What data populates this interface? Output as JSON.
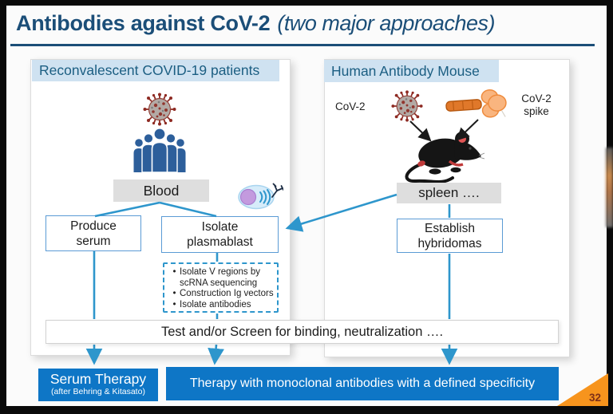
{
  "title": {
    "main": "Antibodies against CoV-2",
    "sub": "(two major approaches)"
  },
  "page_number": "32",
  "left_panel": {
    "header": "Reconvalescent COVID-19 patients",
    "blood_label": "Blood",
    "produce_serum_label": "Produce serum",
    "isolate_plasmablast_label": "Isolate plasmablast",
    "bullet_char": "•",
    "steps": [
      "Isolate V regions by scRNA sequencing",
      "Construction Ig vectors",
      "Isolate antibodies"
    ]
  },
  "right_panel": {
    "header": "Human Antibody Mouse",
    "cov2_label": "CoV-2",
    "spike_label": "CoV-2 spike",
    "spleen_label": "spleen ….",
    "hybridomas_label": "Establish hybridomas"
  },
  "shared": {
    "test_screen_label": "Test and/or Screen for binding, neutralization …."
  },
  "outcomes": {
    "serum_therapy_title": "Serum Therapy",
    "serum_therapy_subtitle": "(after Behring & Kitasato)",
    "mab_therapy_label": "Therapy with monoclonal antibodies with a defined specificity"
  },
  "icons": {
    "left_panel": [
      "coronavirus-icon",
      "patient-group-icon",
      "plasmablast-antibody-icon"
    ],
    "right_panel": [
      "coronavirus-icon",
      "spike-protein-icon",
      "mouse-icon"
    ]
  },
  "colors": {
    "headline": "#1b4e78",
    "panel_header_bg": "#cfe2f1",
    "panel_header_text": "#1b5e82",
    "flow_border_blue": "#5b9bd5",
    "arrow_blue": "#2e96cc",
    "therapy_box_blue": "#0e76c6",
    "corner_orange": "#f7941d",
    "virus_red": "#8e2a22",
    "people_blue": "#2d5f9b"
  }
}
